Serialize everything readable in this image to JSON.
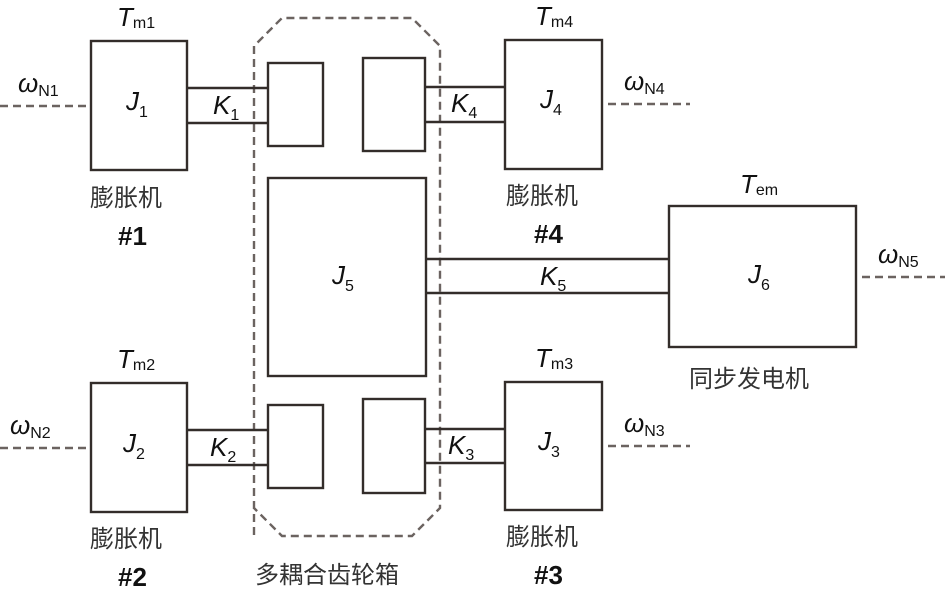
{
  "title": "Multi-expander coupled gearbox shaft system diagram",
  "expanders": [
    {
      "id": "1",
      "inertia": {
        "sym": "J",
        "sub": "1"
      },
      "torque": {
        "sym": "T",
        "sub": "m1"
      },
      "speed": {
        "sym": "ω",
        "sub": "N1"
      },
      "stiffness": {
        "sym": "K",
        "sub": "1"
      },
      "label": "膨胀机",
      "number": "#1"
    },
    {
      "id": "2",
      "inertia": {
        "sym": "J",
        "sub": "2"
      },
      "torque": {
        "sym": "T",
        "sub": "m2"
      },
      "speed": {
        "sym": "ω",
        "sub": "N2"
      },
      "stiffness": {
        "sym": "K",
        "sub": "2"
      },
      "label": "膨胀机",
      "number": "#2"
    },
    {
      "id": "3",
      "inertia": {
        "sym": "J",
        "sub": "3"
      },
      "torque": {
        "sym": "T",
        "sub": "m3"
      },
      "speed": {
        "sym": "ω",
        "sub": "N3"
      },
      "stiffness": {
        "sym": "K",
        "sub": "3"
      },
      "label": "膨胀机",
      "number": "#3"
    },
    {
      "id": "4",
      "inertia": {
        "sym": "J",
        "sub": "4"
      },
      "torque": {
        "sym": "T",
        "sub": "m4"
      },
      "speed": {
        "sym": "ω",
        "sub": "N4"
      },
      "stiffness": {
        "sym": "K",
        "sub": "4"
      },
      "label": "膨胀机",
      "number": "#4"
    }
  ],
  "gearbox": {
    "label": "多耦合齿轮箱",
    "bull_gear": {
      "sym": "J",
      "sub": "5"
    }
  },
  "generator": {
    "label": "同步发电机",
    "inertia": {
      "sym": "J",
      "sub": "6"
    },
    "torque": {
      "sym": "T",
      "sub": "em"
    },
    "speed": {
      "sym": "ω",
      "sub": "N5"
    },
    "stiffness": {
      "sym": "K",
      "sub": "5"
    }
  },
  "colors": {
    "line": "#332d2a",
    "dashed": "#6b6360",
    "text": "#111111",
    "cn_text": "#333333"
  }
}
